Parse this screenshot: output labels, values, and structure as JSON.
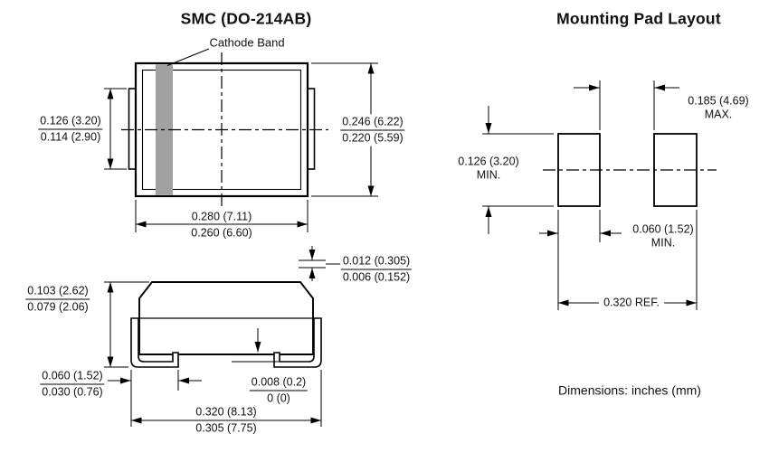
{
  "package_view": {
    "title": "SMC (DO-214AB)",
    "cathode_band_label": "Cathode Band",
    "top_view": {
      "tab_height": {
        "max": "0.126 (3.20)",
        "min": "0.114 (2.90)"
      },
      "body_height": {
        "max": "0.246 (6.22)",
        "min": "0.220 (5.59)"
      },
      "body_width": {
        "max": "0.280 (7.11)",
        "min": "0.260 (6.60)"
      }
    },
    "side_view": {
      "lead_thickness": {
        "max": "0.012 (0.305)",
        "min": "0.006 (0.152)"
      },
      "body_height": {
        "max": "0.103 (2.62)",
        "min": "0.079 (2.06)"
      },
      "foot_length": {
        "max": "0.060 (1.52)",
        "min": "0.030 (0.76)"
      },
      "standoff": {
        "max": "0.008 (0.2)",
        "min": "0 (0)"
      },
      "overall_width": {
        "max": "0.320 (8.13)",
        "min": "0.305 (7.75)"
      }
    }
  },
  "pad_layout": {
    "title": "Mounting Pad Layout",
    "pad_gap": {
      "value": "0.185 (4.69)",
      "qualifier": "MAX."
    },
    "pad_height": {
      "value": "0.126 (3.20)",
      "qualifier": "MIN."
    },
    "pad_width": {
      "value": "0.060 (1.52)",
      "qualifier": "MIN."
    },
    "overall_ref": "0.320 REF.",
    "note": "Dimensions: inches (mm)"
  },
  "colors": {
    "cathode_band": "#a1a1a1",
    "line": "#000000"
  }
}
